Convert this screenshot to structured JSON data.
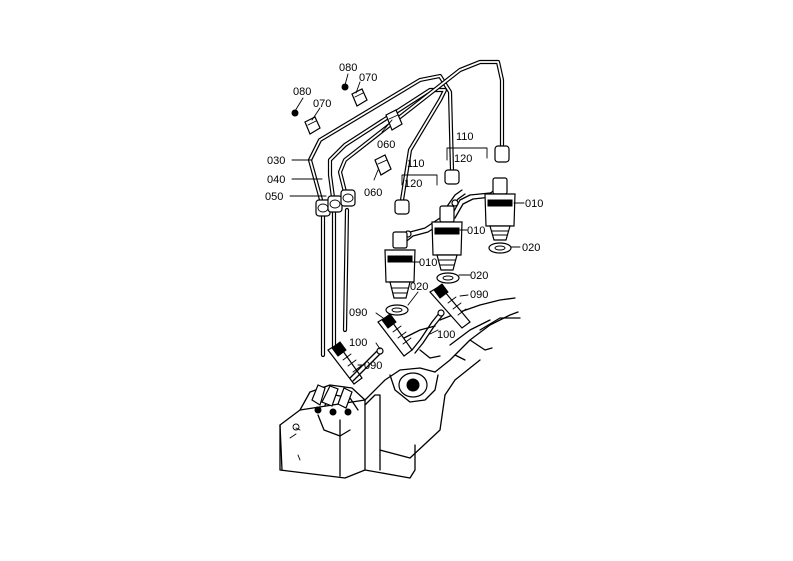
{
  "diagram": {
    "labels": [
      {
        "key": "l080a",
        "text": "080"
      },
      {
        "key": "l070a",
        "text": "070"
      },
      {
        "key": "l080b",
        "text": "080"
      },
      {
        "key": "l070b",
        "text": "070"
      },
      {
        "key": "l030",
        "text": "030"
      },
      {
        "key": "l040",
        "text": "040"
      },
      {
        "key": "l050",
        "text": "050"
      },
      {
        "key": "l060a",
        "text": "060"
      },
      {
        "key": "l060b",
        "text": "060"
      },
      {
        "key": "l110a",
        "text": "110"
      },
      {
        "key": "l120a",
        "text": "120"
      },
      {
        "key": "l110b",
        "text": "110"
      },
      {
        "key": "l120b",
        "text": "120"
      },
      {
        "key": "l010a",
        "text": "010"
      },
      {
        "key": "l010b",
        "text": "010"
      },
      {
        "key": "l010c",
        "text": "010"
      },
      {
        "key": "l020a",
        "text": "020"
      },
      {
        "key": "l020b",
        "text": "020"
      },
      {
        "key": "l020c",
        "text": "020"
      },
      {
        "key": "l090a",
        "text": "090"
      },
      {
        "key": "l090b",
        "text": "090"
      },
      {
        "key": "l090c",
        "text": "090"
      },
      {
        "key": "l100a",
        "text": "100"
      },
      {
        "key": "l100b",
        "text": "100"
      }
    ]
  }
}
